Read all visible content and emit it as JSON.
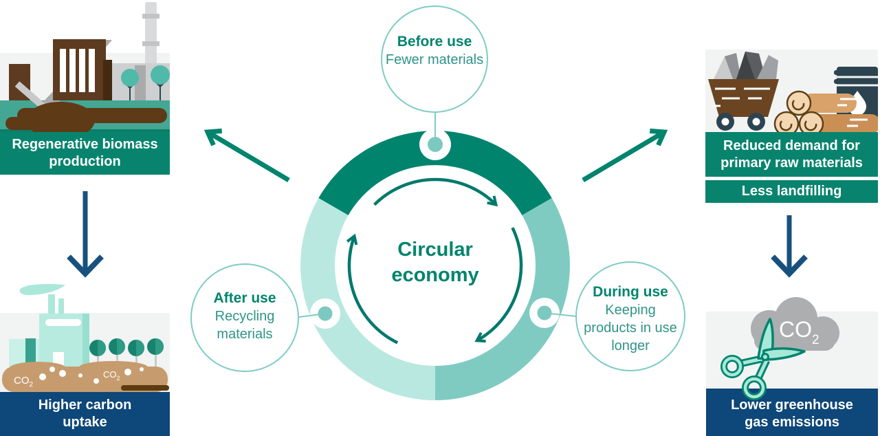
{
  "colors": {
    "teal_dark": "#00846E",
    "teal_mid": "#7FCBC2",
    "teal_light": "#B9E8E0",
    "band_teal": "#08846E",
    "band_navy": "#0E4779",
    "arrow_navy": "#17517E",
    "panel_grey": "#F2F3F3",
    "text_teal_bold": "#00846E",
    "text_teal_regular": "#2E9488"
  },
  "center": {
    "line1": "Circular",
    "line2": "economy"
  },
  "stages": {
    "before": {
      "title": "Before use",
      "line1": "Fewer materials"
    },
    "during": {
      "title": "During use",
      "line1": "Keeping",
      "line2": "products in use",
      "line3": "longer"
    },
    "after": {
      "title": "After use",
      "line1": "Recycling",
      "line2": "materials"
    }
  },
  "outcomes": {
    "biomass": {
      "line1": "Regenerative biomass",
      "line2": "production"
    },
    "raw_materials": {
      "line1": "Reduced demand for",
      "line2": "primary raw materials"
    },
    "landfilling": {
      "line1": "Less landfilling"
    },
    "carbon": {
      "line1": "Higher carbon",
      "line2": "uptake"
    },
    "emissions": {
      "line1": "Lower greenhouse",
      "line2": "gas emissions"
    }
  },
  "co2_label": {
    "base": "CO",
    "sub": "2"
  }
}
